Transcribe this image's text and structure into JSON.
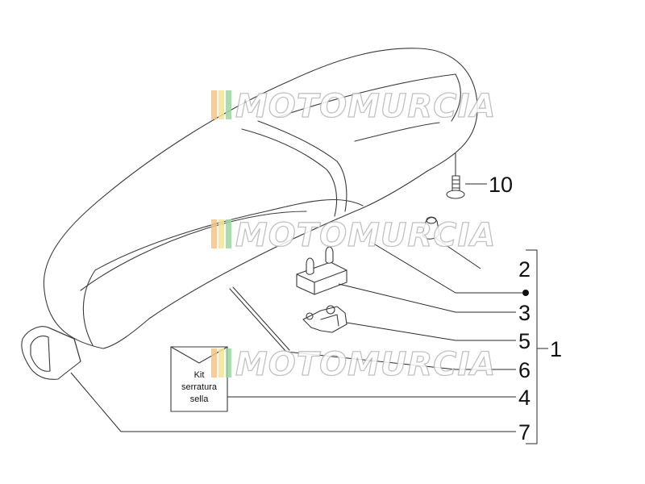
{
  "callouts": {
    "c1": "1",
    "c2": "2",
    "c3": "3",
    "c4": "4",
    "c5": "5",
    "c6": "6",
    "c7": "7",
    "c10": "10"
  },
  "kit_label": {
    "line1": "Kit",
    "line2": "serratura",
    "line3": "sella"
  },
  "watermark": {
    "text": "MOTOMURCIA",
    "stripe_colors": [
      "#f2c48a",
      "#f3e58c",
      "#9fd3a2"
    ]
  },
  "colors": {
    "line": "#3a3a3a",
    "text": "#111111"
  }
}
